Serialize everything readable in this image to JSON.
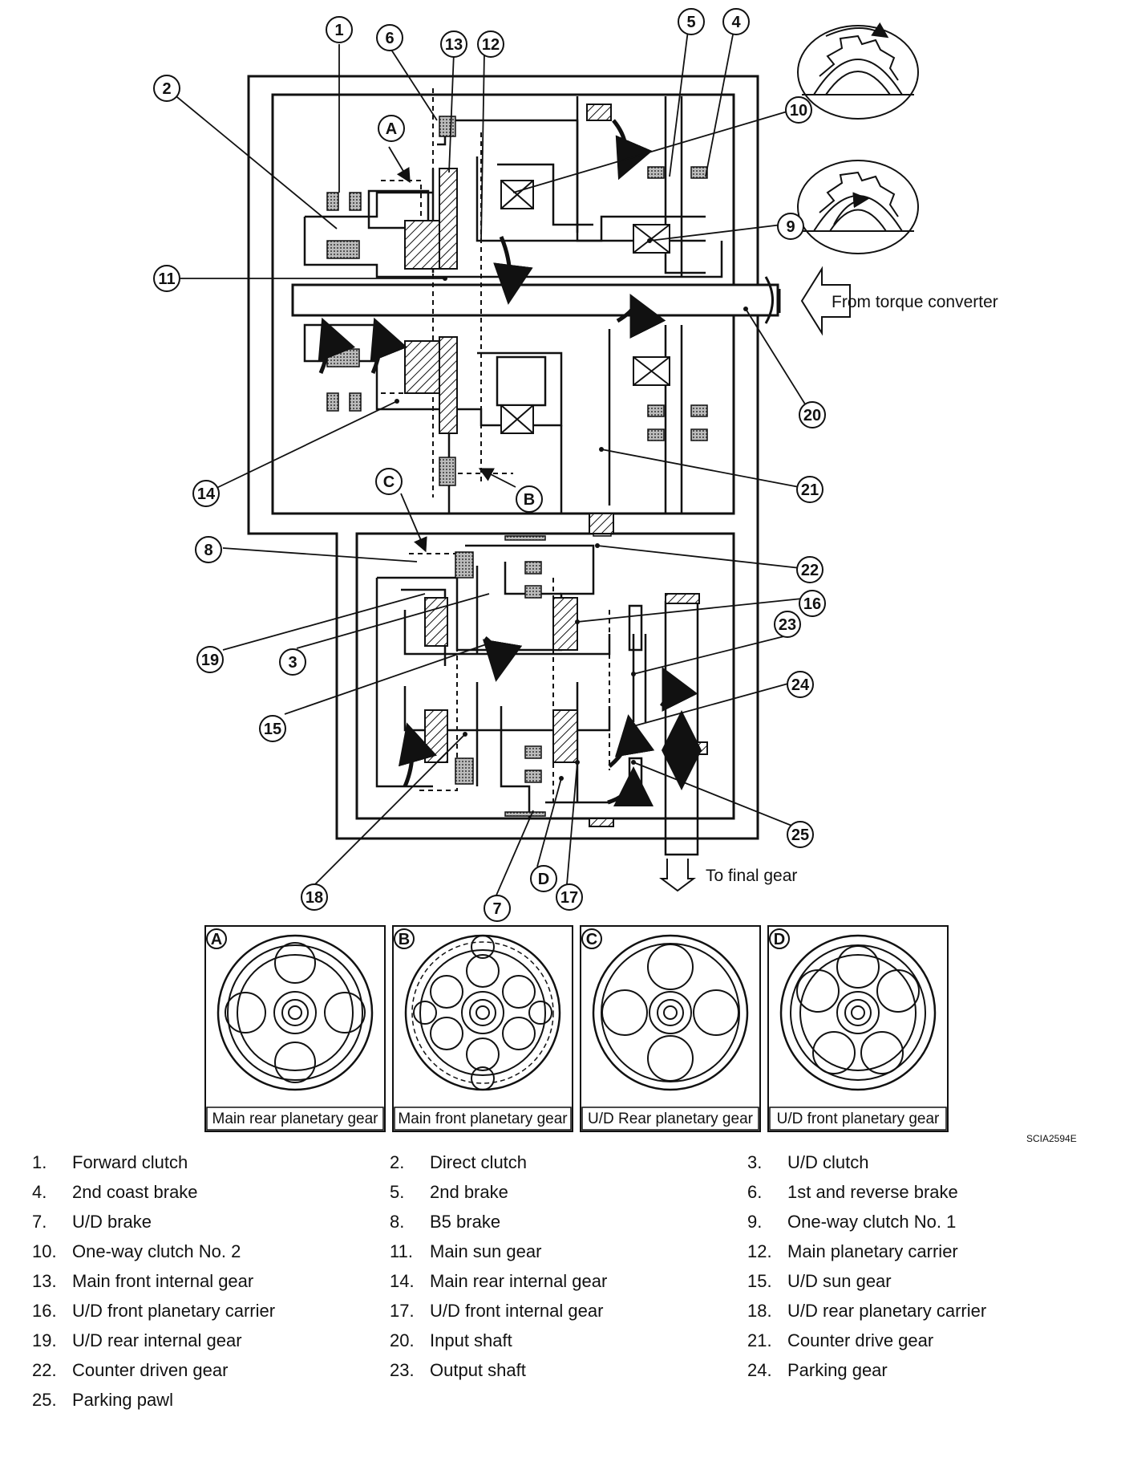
{
  "callouts": {
    "c1": "1",
    "c2": "2",
    "c3": "3",
    "c4": "4",
    "c5": "5",
    "c6": "6",
    "c7": "7",
    "c8": "8",
    "c9": "9",
    "c10": "10",
    "c11": "11",
    "c12": "12",
    "c13": "13",
    "c14": "14",
    "c15": "15",
    "c16": "16",
    "c17": "17",
    "c18": "18",
    "c19": "19",
    "c20": "20",
    "c21": "21",
    "c22": "22",
    "c23": "23",
    "c24": "24",
    "c25": "25",
    "cA": "A",
    "cB": "B",
    "cC": "C",
    "cD": "D"
  },
  "labels": {
    "from_torque_converter": "From torque converter",
    "to_final_gear": "To final gear",
    "reference_code": "SCIA2594E"
  },
  "insets": [
    {
      "letter": "A",
      "caption": "Main rear planetary gear"
    },
    {
      "letter": "B",
      "caption": "Main front planetary gear"
    },
    {
      "letter": "C",
      "caption": "U/D Rear planetary gear"
    },
    {
      "letter": "D",
      "caption": "U/D front planetary gear"
    }
  ],
  "legend": [
    {
      "num": "1.",
      "name": "Forward clutch"
    },
    {
      "num": "2.",
      "name": "Direct clutch"
    },
    {
      "num": "3.",
      "name": "U/D clutch"
    },
    {
      "num": "4.",
      "name": "2nd coast brake"
    },
    {
      "num": "5.",
      "name": "2nd brake"
    },
    {
      "num": "6.",
      "name": "1st and reverse brake"
    },
    {
      "num": "7.",
      "name": "U/D brake"
    },
    {
      "num": "8.",
      "name": "B5 brake"
    },
    {
      "num": "9.",
      "name": "One-way clutch No. 1"
    },
    {
      "num": "10.",
      "name": "One-way clutch No. 2"
    },
    {
      "num": "11.",
      "name": "Main sun gear"
    },
    {
      "num": "12.",
      "name": "Main planetary carrier"
    },
    {
      "num": "13.",
      "name": "Main front internal gear"
    },
    {
      "num": "14.",
      "name": "Main rear internal gear"
    },
    {
      "num": "15.",
      "name": "U/D sun gear"
    },
    {
      "num": "16.",
      "name": "U/D front planetary carrier"
    },
    {
      "num": "17.",
      "name": "U/D front internal gear"
    },
    {
      "num": "18.",
      "name": "U/D rear planetary carrier"
    },
    {
      "num": "19.",
      "name": "U/D rear internal gear"
    },
    {
      "num": "20.",
      "name": "Input shaft"
    },
    {
      "num": "21.",
      "name": "Counter drive gear"
    },
    {
      "num": "22.",
      "name": "Counter driven gear"
    },
    {
      "num": "23.",
      "name": "Output shaft"
    },
    {
      "num": "24.",
      "name": "Parking gear"
    },
    {
      "num": "25.",
      "name": "Parking pawl"
    }
  ]
}
